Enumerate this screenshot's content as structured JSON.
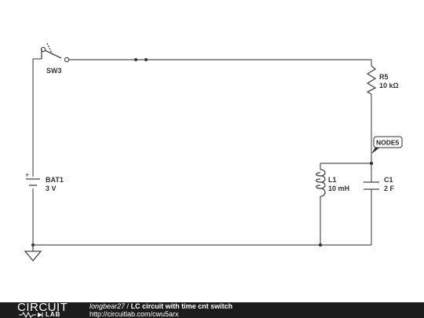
{
  "schematic": {
    "components": {
      "switch": {
        "ref": "SW3"
      },
      "battery": {
        "ref": "BAT1",
        "value": "3 V",
        "polarity": "+"
      },
      "resistor": {
        "ref": "R5",
        "value": "10 kΩ"
      },
      "inductor": {
        "ref": "L1",
        "value": "10 mH"
      },
      "capacitor": {
        "ref": "C1",
        "value": "2 F"
      }
    },
    "node_label": "NODE5"
  },
  "footer": {
    "logo_word": "CIRCUIT",
    "logo_sub": "LAB",
    "author": "longbear27",
    "separator": " / ",
    "title": "LC circuit with time cnt switch",
    "url": "http://circuitlab.com/cwu5arx"
  }
}
